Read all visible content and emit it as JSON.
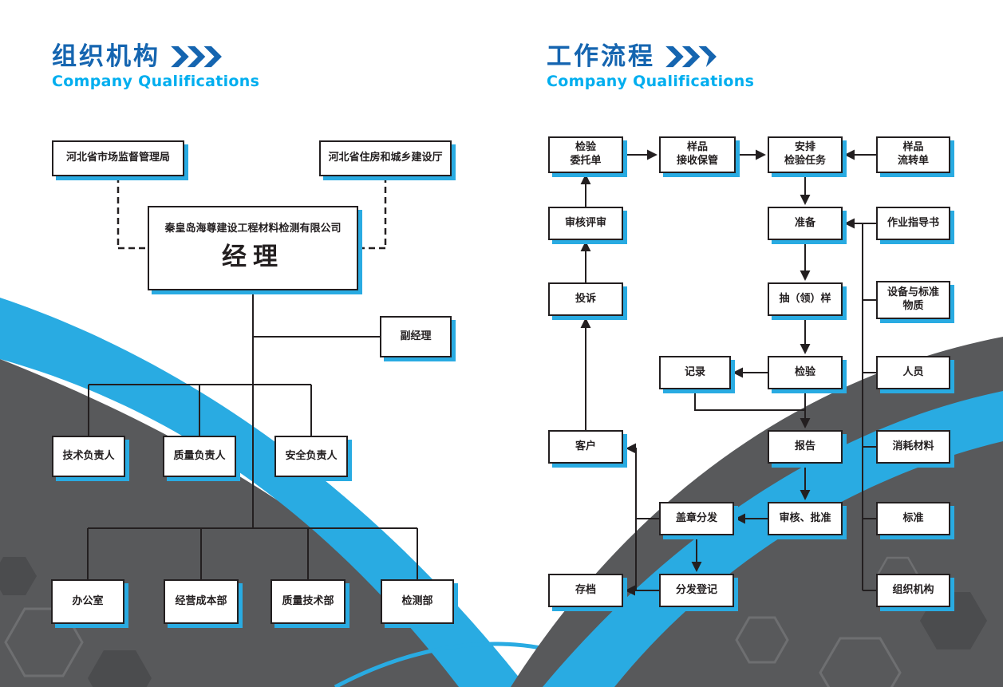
{
  "theme": {
    "accent-blue": "#29abe2",
    "swoosh-gray": "#58595b",
    "title-blue": "#1565b0",
    "subtitle-cyan": "#00aeef",
    "line-dark": "#231f20",
    "box-bg": "#ffffff"
  },
  "org_chart": {
    "title": "组织机构",
    "subtitle": "Company Qualifications",
    "nodes": {
      "market_bureau": "河北省市场监督管理局",
      "housing_dept": "河北省住房和城乡建设厅",
      "company": "秦皇岛海尊建设工程材料检测有限公司",
      "manager": "经理",
      "deputy_manager": "副经理",
      "tech_lead": "技术负责人",
      "quality_lead": "质量负责人",
      "safety_lead": "安全负责人",
      "office": "办公室",
      "cost_dept": "经营成本部",
      "quality_tech_dept": "质量技术部",
      "testing_dept": "检测部"
    }
  },
  "flow_chart": {
    "title": "工作流程",
    "subtitle": "Company Qualifications",
    "nodes": {
      "commission_form": [
        "检验",
        "委托单"
      ],
      "sample_receive": [
        "样品",
        "接收保管"
      ],
      "arrange_task": [
        "安排",
        "检验任务"
      ],
      "transfer_form": [
        "样品",
        "流转单"
      ],
      "review_assess": "审核评审",
      "prepare": "准备",
      "work_instruction": "作业指导书",
      "complaint": "投诉",
      "sampling": "抽（领）样",
      "equipment_standard": [
        "设备与标准",
        "物质"
      ],
      "record": "记录",
      "inspection": "检验",
      "personnel": "人员",
      "customer": "客户",
      "report": "报告",
      "consumables": "消耗材料",
      "stamp_distribute": "盖章分发",
      "review_approve": "审核、批准",
      "standards": "标准",
      "archive": "存档",
      "distribute_register": "分发登记",
      "org_structure": "组织机构"
    }
  }
}
